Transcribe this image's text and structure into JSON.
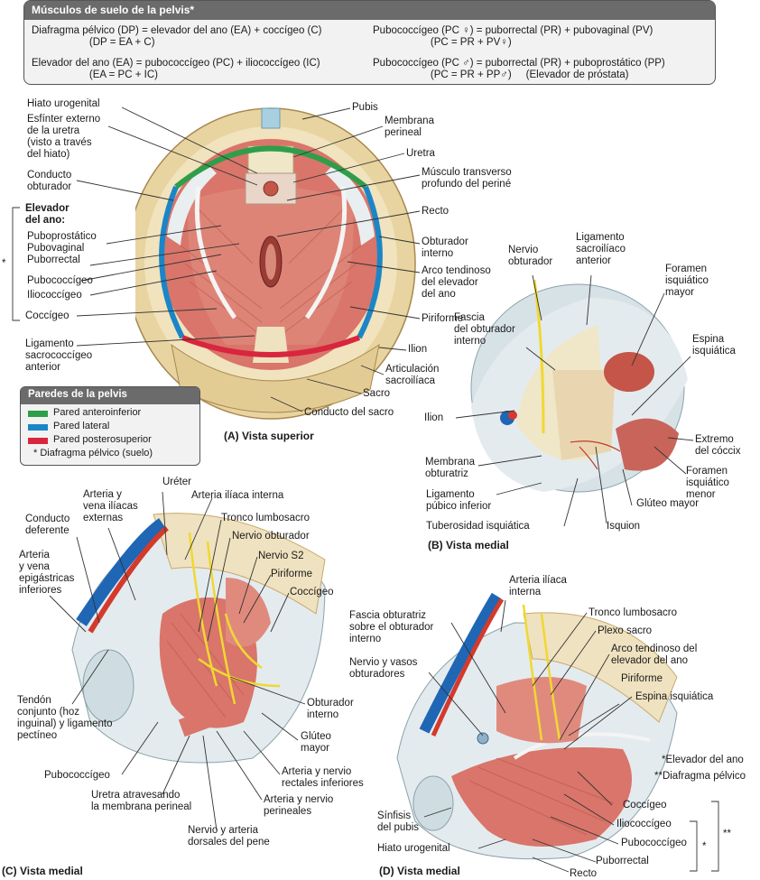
{
  "header": {
    "title": "Músculos de suelo de la pelvis*",
    "left_rows": [
      "Diafragma pélvico (DP) = elevador del ano (EA) + coccígeo (C)",
      "                    (DP = EA + C)",
      "Elevador del ano (EA) = pubococcígeo (PC) + iliococcígeo (IC)",
      "                    (EA = PC + IC)"
    ],
    "right_rows": [
      "Pubococcígeo (PC ♀) = puborrectal (PR) + pubovaginal (PV)",
      "                    (PC = PR + PV♀)",
      "Pubococcígeo (PC ♂) = puborrectal (PR) + puboprostático (PP)",
      "                    (PC = PR + PP♂)     (Elevador de próstata)"
    ]
  },
  "legend": {
    "title": "Paredes de la pelvis",
    "items": [
      {
        "label": "Pared anteroinferior",
        "color": "#2e9e4a"
      },
      {
        "label": "Pared lateral",
        "color": "#1a86c8"
      },
      {
        "label": "Pared posterosuperior",
        "color": "#d8263e"
      }
    ],
    "asterisk_item": "*   Diafragma pélvico (suelo)"
  },
  "panel_a": {
    "title": "(A) Vista superior",
    "labels_left": [
      "Hiato urogenital",
      "Esfínter externo\nde la uretra\n(visto a través\ndel hiato)",
      "Conducto\nobturador",
      "Elevador\ndel ano:",
      "Puboprostático\nPubovaginal\nPuborrectal",
      "Pubococcígeo",
      "Iliococcígeo",
      "Coccígeo",
      "Ligamento\nsacrococcígeo\nanterior"
    ],
    "asterisk": "*",
    "labels_right": [
      "Pubis",
      "Membrana\nperineal",
      "Uretra",
      "Músculo transverso\nprofundo del periné",
      "Recto",
      "Obturador\ninterno",
      "Arco tendinoso\ndel elevador\ndel ano",
      "Piriforme",
      "Ilion",
      "Articulación\nsacroilíaca",
      "Sacro",
      "Conducto del sacro"
    ]
  },
  "panel_b": {
    "title": "(B) Vista medial",
    "labels": [
      "Nervio\nobturador",
      "Ligamento\nsacroilíaco\nanterior",
      "Foramen\nisquiático\nmayor",
      "Fascia\ndel obturador\ninterno",
      "Espina\nisquiática",
      "Ilion",
      "Extremo\ndel cóccix",
      "Membrana\nobturatriz",
      "Foramen\nisquiático menor",
      "Ligamento\npúbico inferior",
      "Glúteo mayor",
      "Tuberosidad isquiática",
      "Isquion"
    ]
  },
  "panel_c": {
    "title": "(C) Vista medial",
    "labels": [
      "Arteria y\nvena ilíacas\nexternas",
      "Uréter",
      "Arteria ilíaca interna",
      "Conducto\ndeferente",
      "Tronco lumbosacro",
      "Nervio obturador",
      "Arteria\ny vena\nepigástricas\ninferiores",
      "Nervio S2",
      "Piriforme",
      "Coccígeo",
      "Tendón\nconjunto (hoz\ninguinal) y ligamento\npectíneo",
      "Obturador\ninterno",
      "Glúteo\nmayor",
      "Arteria y nervio\nrectales inferiores",
      "Pubococcígeo",
      "Arteria y nervio\nperineales",
      "Uretra atravesando\nla membrana perineal",
      "Nervio y arteria\ndorsales del pene"
    ]
  },
  "panel_d": {
    "title": "(D) Vista medial",
    "labels": [
      "Arteria ilíaca\ninterna",
      "Tronco lumbosacro",
      "Fascia obturatriz\nsobre el obturador\ninterno",
      "Plexo sacro",
      "Arco tendinoso del\nelevador del ano",
      "Nervio y vasos\nobturadores",
      "Piriforme",
      "Espina isquiática",
      "Coccígeo",
      "Iliococcígeo",
      "Pubococcígeo",
      "Puborrectal",
      "Recto",
      "Sínfisis\ndel pubis",
      "Hiato urogenital"
    ],
    "key": [
      "*Elevador del ano",
      "**Diafragma pélvico"
    ],
    "bracket_single": "*",
    "bracket_double": "**"
  },
  "colors": {
    "muscle": "#d9756a",
    "muscle_dark": "#b85548",
    "bone": "#ecd9a8",
    "bone_dark": "#c9a869",
    "ligament": "#d7e2e6",
    "nerve": "#f0d832",
    "artery": "#d43a2c",
    "vein": "#1f66b5"
  }
}
